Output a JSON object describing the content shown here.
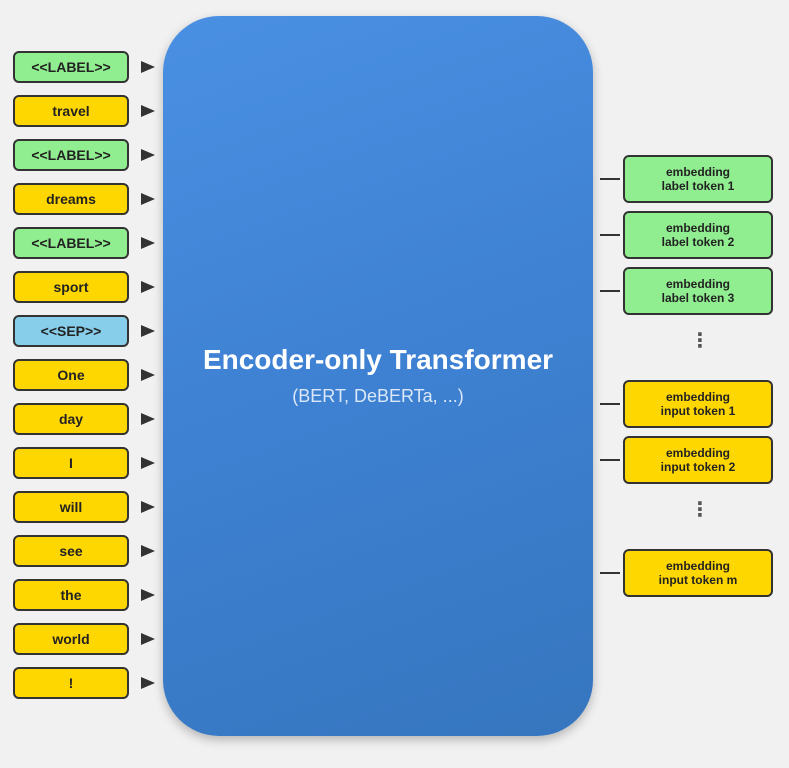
{
  "colors": {
    "label_token": "#90EE90",
    "input_token": "#FFD700",
    "sep_token": "#87CEEB",
    "encoder": "#4a90e2",
    "border": "#333333"
  },
  "input_tokens": [
    {
      "text": "<<LABEL>>",
      "kind": "label"
    },
    {
      "text": "travel",
      "kind": "input"
    },
    {
      "text": "<<LABEL>>",
      "kind": "label"
    },
    {
      "text": "dreams",
      "kind": "input"
    },
    {
      "text": "<<LABEL>>",
      "kind": "label"
    },
    {
      "text": "sport",
      "kind": "input"
    },
    {
      "text": "<<SEP>>",
      "kind": "sep"
    },
    {
      "text": "One",
      "kind": "input"
    },
    {
      "text": "day",
      "kind": "input"
    },
    {
      "text": "I",
      "kind": "input"
    },
    {
      "text": "will",
      "kind": "input"
    },
    {
      "text": "see",
      "kind": "input"
    },
    {
      "text": "the",
      "kind": "input"
    },
    {
      "text": "world",
      "kind": "input"
    },
    {
      "text": "!",
      "kind": "input"
    }
  ],
  "encoder": {
    "title": "Encoder-only Transformer",
    "subtitle": "(BERT, DeBERTa, ...)"
  },
  "outputs": {
    "label_embeddings": [
      {
        "line1": "embedding",
        "line2": "label token 1"
      },
      {
        "line1": "embedding",
        "line2": "label token 2"
      },
      {
        "line1": "embedding",
        "line2": "label token 3"
      }
    ],
    "input_embeddings": [
      {
        "line1": "embedding",
        "line2": "input token 1"
      },
      {
        "line1": "embedding",
        "line2": "input token 2"
      }
    ],
    "last_embedding": {
      "line1": "embedding",
      "line2": "input token m"
    },
    "ellipsis": "⋮"
  }
}
